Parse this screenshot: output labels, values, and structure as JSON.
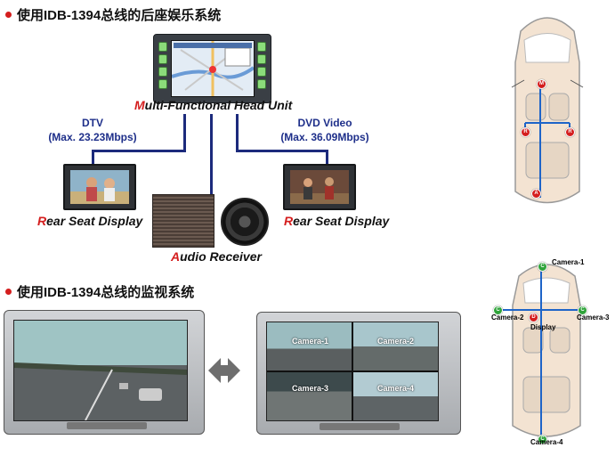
{
  "section1": {
    "title": "使用IDB-1394总线的后座娱乐系统"
  },
  "section2": {
    "title": "使用IDB-1394总线的监视系统"
  },
  "head_unit": {
    "caption_first": "M",
    "caption_rest": "ulti-Functional Head Unit"
  },
  "links": {
    "dtv": {
      "name": "DTV",
      "rate": "(Max. 23.23Mbps)"
    },
    "dvd": {
      "name": "DVD Video",
      "rate": "(Max. 36.09Mbps)"
    }
  },
  "rear_left": {
    "caption_first": "R",
    "caption_rest": "ear Seat Display"
  },
  "rear_right": {
    "caption_first": "R",
    "caption_rest": "ear Seat Display"
  },
  "audio": {
    "caption_first": "A",
    "caption_rest": "udio Receiver"
  },
  "quad_monitor": {
    "labels": [
      "Camera-1",
      "Camera-2",
      "Camera-3",
      "Camera-4"
    ]
  },
  "car_top": {
    "markers": {
      "main": "M",
      "rear_left": "R",
      "rear_right": "R",
      "audio": "A"
    }
  },
  "car_bottom": {
    "camera1": "Camera-1",
    "camera2": "Camera-2",
    "camera3": "Camera-3",
    "camera4": "Camera-4",
    "display": "Display",
    "marker_cam": "C",
    "marker_display": "D"
  },
  "colors": {
    "accent_red": "#d41e1e",
    "link_blue": "#1c2a7c",
    "camera_green": "#2fa33a",
    "bus_blue": "#1e64c8"
  }
}
